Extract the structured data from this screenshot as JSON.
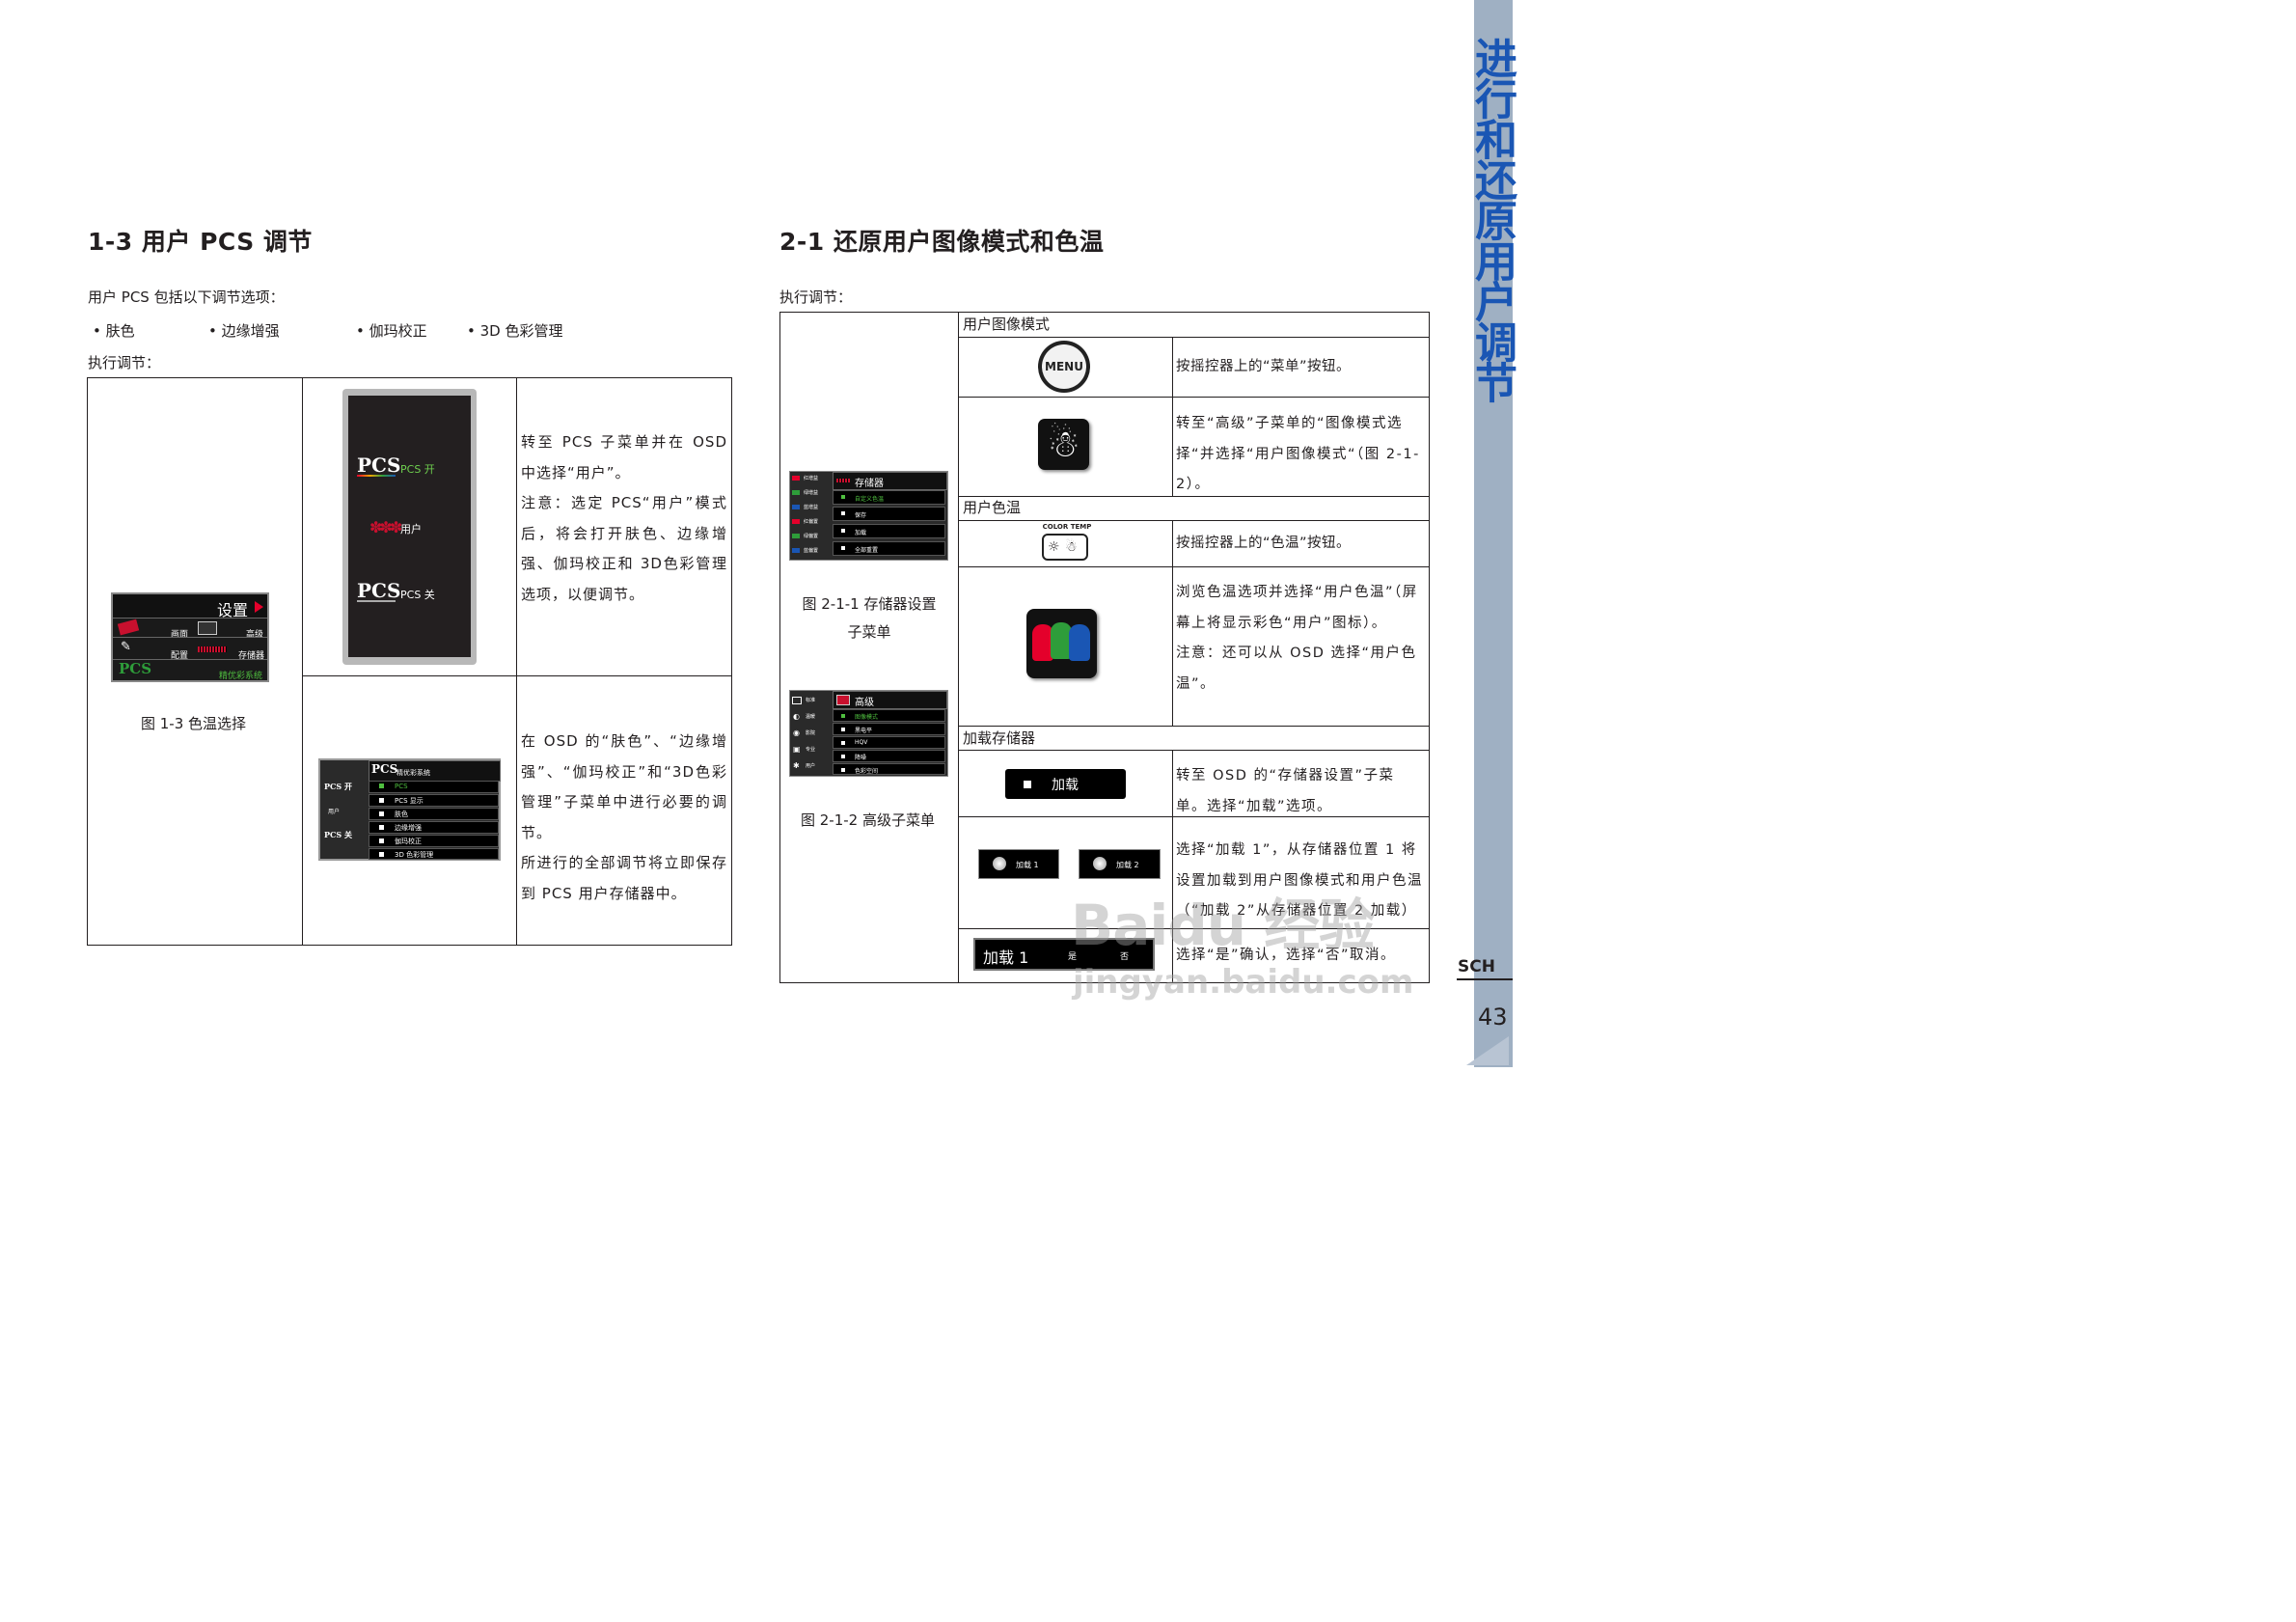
{
  "left": {
    "title": "1-3 用户 PCS 调节",
    "intro": "用户 PCS 包括以下调节选项：",
    "bullets": [
      "• 肤色",
      "• 边缘增强",
      "• 伽玛校正",
      "• 3D 色彩管理"
    ],
    "exec": "执行调节：",
    "fig_caption": "图 1-3 色温选择",
    "osd_main": {
      "title": "设置",
      "items": [
        "画面",
        "高级",
        "配置",
        "存储器"
      ],
      "pcs_logo": "PCS",
      "pcs_label": "精优彩系统"
    },
    "osd_pcs": {
      "logo": "PCS",
      "on": "PCS 开",
      "user": "用户",
      "off": "PCS 关"
    },
    "text1": "转至 PCS 子菜单并在 OSD 中选择“用户”。",
    "text1_note": "注意：选定 PCS“用户”模式后，将会打开肤色、边缘增强、伽玛校正和 3D色彩管理选项，以便调节。",
    "osd_sub": {
      "header_logo": "PCS",
      "header_label": "精优彩系统",
      "side": [
        "PCS 开",
        "用户",
        "PCS 关"
      ],
      "items": [
        "PCS",
        "PCS 显示",
        "肤色",
        "边缘增强",
        "伽玛校正",
        "3D 色彩管理"
      ]
    },
    "text2": "在 OSD 的“肤色”、“边缘增强”、“伽玛校正”和“3D色彩管理”子菜单中进行必要的调节。",
    "text2_note": "所进行的全部调节将立即保存到 PCS 用户存储器中。"
  },
  "right": {
    "title": "2-1 还原用户图像模式和色温",
    "exec": "执行调节：",
    "fig1_caption": "图 2-1-1 存储器设置子菜单",
    "fig2_caption": "图 2-1-2 高级子菜单",
    "osd_mem": {
      "title": "存储器",
      "items": [
        "自定义色温",
        "保存",
        "加载",
        "全部重置"
      ],
      "side": [
        "红增益",
        "绿增益",
        "蓝增益",
        "红偏置",
        "绿偏置",
        "蓝偏置"
      ]
    },
    "osd_adv": {
      "title": "高级",
      "items": [
        "图像模式",
        "黑电平",
        "HQV",
        "降噪",
        "色彩空间"
      ],
      "side": [
        "标准",
        "温暖",
        "影院",
        "专业",
        "用户"
      ]
    },
    "sections": [
      {
        "label": "用户图像模式"
      },
      {
        "label": "用户色温"
      },
      {
        "label": "加载存储器"
      }
    ],
    "rows": {
      "menu_btn": "MENU",
      "menu_text": "按摇控器上的“菜单”按钮。",
      "advanced_text": "转至“高级”子菜单的“图像模式选择“并选择“用户图像模式“（图 2-1-2）。",
      "color_temp_label": "COLOR TEMP",
      "color_temp_text": "按摇控器上的“色温”按钮。",
      "user_temp_text": "浏览色温选项并选择“用户色温”（屏幕上将显示彩色“用户”图标）。",
      "user_temp_note": "注意：还可以从 OSD 选择“用户色温”。",
      "load_btn": "加载",
      "load_text": "转至 OSD 的“存储器设置”子菜单。选择“加载”选项。",
      "load1": "加载 1",
      "load2": "加载 2",
      "load12_text": "选择“加载 1”，从存储器位置 1 将设置加载到用户图像模式和用户色温（“加载 2”从存储器位置 2 加载）",
      "confirm_label": "加载 1",
      "confirm_yes": "是",
      "confirm_no": "否",
      "confirm_text": "选择“是”确认，选择“否”取消。"
    }
  },
  "sidebar": {
    "title": "进行和还原用户调节",
    "lang": "SCH",
    "page": "43"
  },
  "watermark": {
    "line1": "Baidu 经验",
    "line2": "jingyan.baidu.com"
  }
}
